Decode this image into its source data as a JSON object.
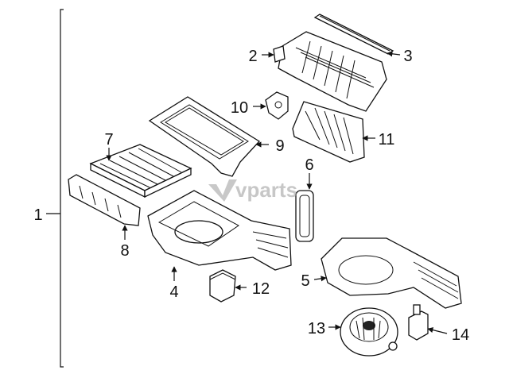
{
  "callouts": {
    "c1": "1",
    "c2": "2",
    "c3": "3",
    "c4": "4",
    "c5": "5",
    "c6": "6",
    "c7": "7",
    "c8": "8",
    "c9": "9",
    "c10": "10",
    "c11": "11",
    "c12": "12",
    "c13": "13",
    "c14": "14"
  },
  "watermark": "vparts"
}
